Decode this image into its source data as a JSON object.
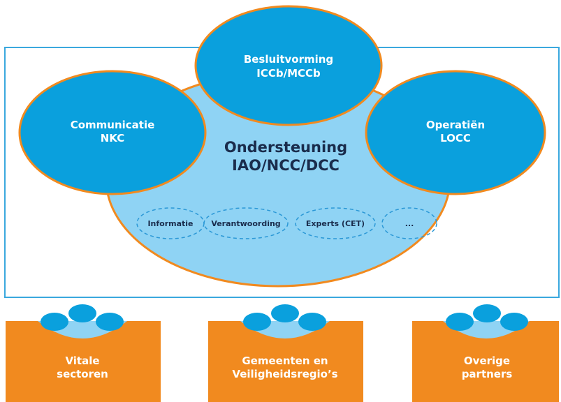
{
  "colors": {
    "frame": "#3aa8de",
    "center_fill": "#8fd3f4",
    "center_stroke": "#f18a1f",
    "satellite_fill": "#0aa0dd",
    "satellite_stroke": "#f18a1f",
    "dashed": "#2b98d6",
    "orange_box": "#f18a1f",
    "text_dark": "#1a2c4c",
    "text_light": "#ffffff"
  },
  "center": {
    "line1": "Ondersteuning",
    "line2": "IAO/NCC/DCC"
  },
  "satellites": {
    "top": {
      "line1": "Besluitvorming",
      "line2": "ICCb/MCCb"
    },
    "left": {
      "line1": "Communicatie",
      "line2": "NKC"
    },
    "right": {
      "line1": "Operatiën",
      "line2": "LOCC"
    }
  },
  "sub_units": [
    {
      "label": "Informatie"
    },
    {
      "label": "Verantwoording"
    },
    {
      "label": "Experts (CET)"
    },
    {
      "label": "..."
    }
  ],
  "partners": [
    {
      "line1": "Vitale",
      "line2": "sectoren"
    },
    {
      "line1": "Gemeenten en",
      "line2": "Veiligheidsregio’s"
    },
    {
      "line1": "Overige",
      "line2": "partners"
    }
  ]
}
